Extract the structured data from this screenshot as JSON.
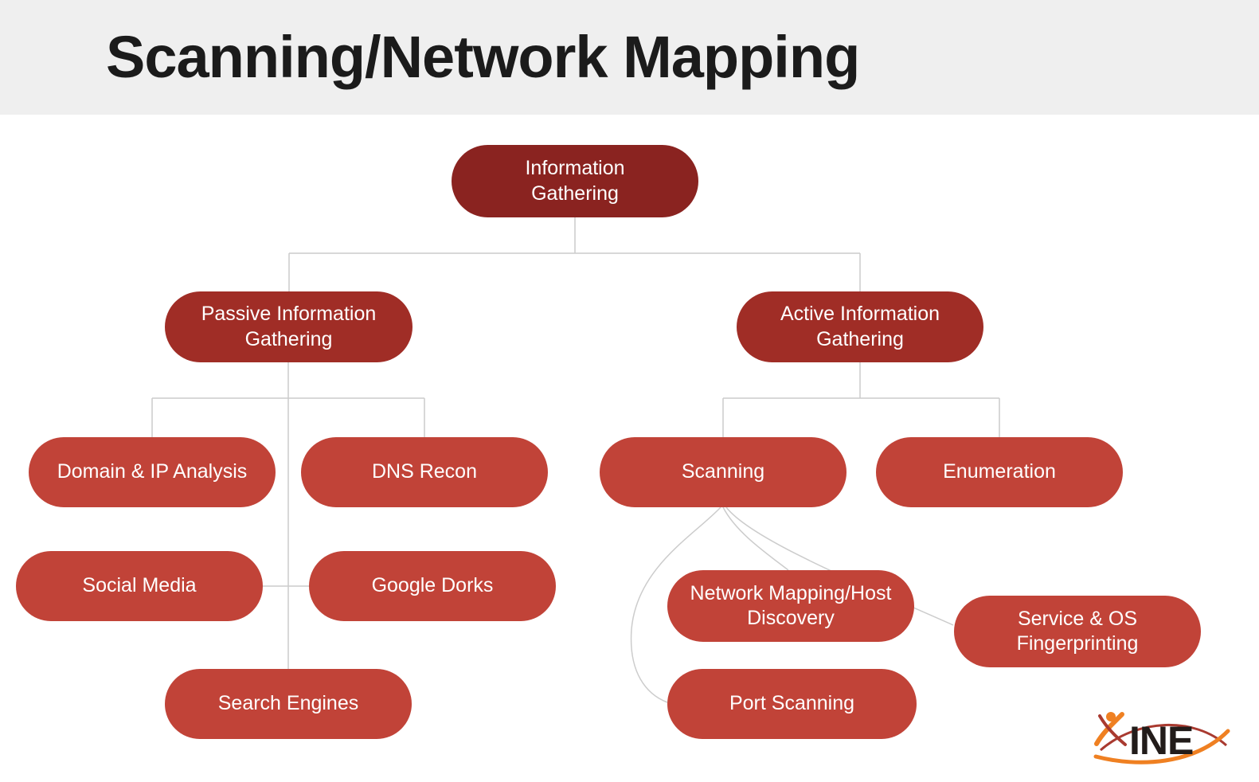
{
  "header": {
    "title": "Scanning/Network Mapping"
  },
  "diagram": {
    "nodes": {
      "root": {
        "label": "Information Gathering",
        "level": 1
      },
      "passive": {
        "label": "Passive Information Gathering",
        "level": 2
      },
      "active": {
        "label": "Active Information Gathering",
        "level": 2
      },
      "domain_ip": {
        "label": "Domain & IP Analysis",
        "level": 3
      },
      "dns_recon": {
        "label": "DNS Recon",
        "level": 3
      },
      "social_media": {
        "label": "Social Media",
        "level": 3
      },
      "google_dorks": {
        "label": "Google Dorks",
        "level": 3
      },
      "search_engines": {
        "label": "Search Engines",
        "level": 3
      },
      "scanning": {
        "label": "Scanning",
        "level": 3
      },
      "enumeration": {
        "label": "Enumeration",
        "level": 3
      },
      "network_mapping": {
        "label": "Network Mapping/Host Discovery",
        "level": 4
      },
      "port_scanning": {
        "label": "Port Scanning",
        "level": 4
      },
      "service_os": {
        "label": "Service & OS Fingerprinting",
        "level": 4
      }
    },
    "edges": [
      {
        "from": "Information Gathering",
        "to": "Passive Information Gathering"
      },
      {
        "from": "Information Gathering",
        "to": "Active Information Gathering"
      },
      {
        "from": "Passive Information Gathering",
        "to": "Domain & IP Analysis"
      },
      {
        "from": "Passive Information Gathering",
        "to": "DNS Recon"
      },
      {
        "from": "Passive Information Gathering",
        "to": "Social Media"
      },
      {
        "from": "Passive Information Gathering",
        "to": "Google Dorks"
      },
      {
        "from": "Passive Information Gathering",
        "to": "Search Engines"
      },
      {
        "from": "Active Information Gathering",
        "to": "Scanning"
      },
      {
        "from": "Active Information Gathering",
        "to": "Enumeration"
      },
      {
        "from": "Scanning",
        "to": "Network Mapping/Host Discovery"
      },
      {
        "from": "Scanning",
        "to": "Port Scanning"
      },
      {
        "from": "Scanning",
        "to": "Service & OS Fingerprinting"
      }
    ],
    "colors": {
      "root_node": "#8a2320",
      "branch_node": "#a02d26",
      "leaf_node": "#c14338",
      "connector_line": "#cccccc",
      "node_text": "#ffffff",
      "header_background": "#efefef",
      "title_text": "#1b1b1b"
    }
  },
  "logo": {
    "text": "INE",
    "colors": {
      "text": "#221c1a",
      "swoosh_orange": "#ef8022",
      "swoosh_red": "#a93a30"
    }
  }
}
